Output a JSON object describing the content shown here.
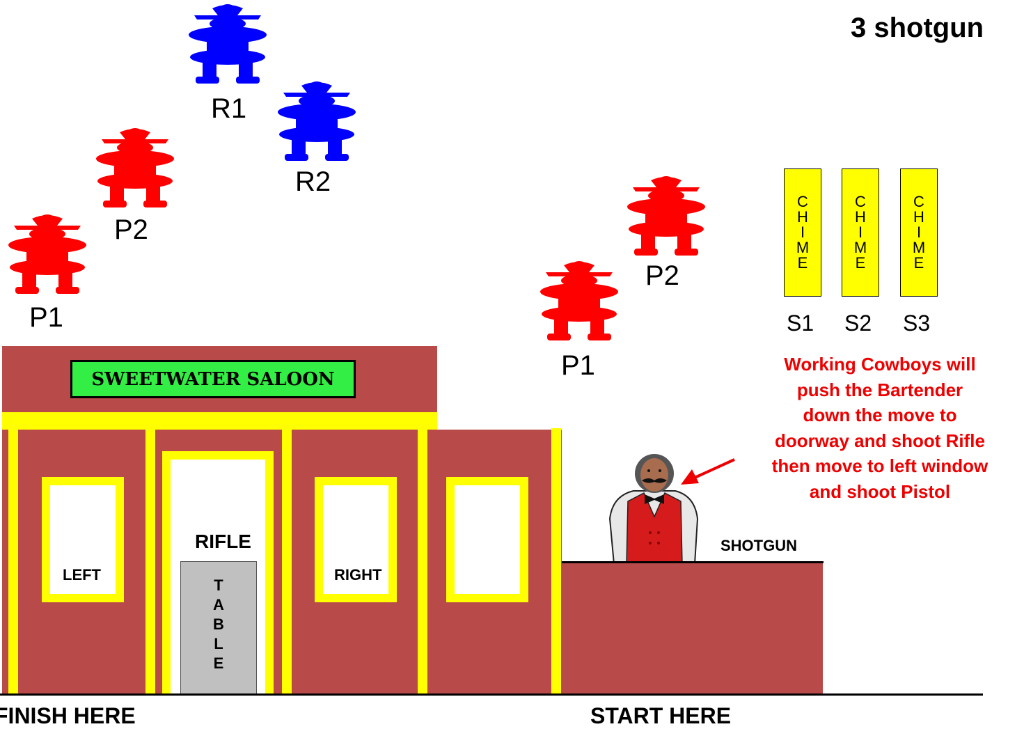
{
  "title": "3 shotgun",
  "building": {
    "sign": "SWEETWATER SALOON",
    "left_window": "LEFT",
    "rifle_door": "RIFLE",
    "right_window": "RIGHT",
    "table": [
      "T",
      "A",
      "B",
      "L",
      "E"
    ]
  },
  "counter": {
    "label": "SHOTGUN"
  },
  "targets": {
    "left_pistol_1": "P1",
    "left_pistol_2": "P2",
    "rifle_1": "R1",
    "rifle_2": "R2",
    "right_pistol_1": "P1",
    "right_pistol_2": "P2"
  },
  "chimes": {
    "letters": [
      "C",
      "H",
      "I",
      "M",
      "E"
    ],
    "labels": [
      "S1",
      "S2",
      "S3"
    ]
  },
  "instruction": {
    "lines": [
      "Working Cowboys will",
      "push the Bartender",
      "down the move to",
      "doorway and shoot Rifle",
      "then move to left window",
      "and shoot Pistol"
    ]
  },
  "ground": {
    "finish": "FINISH HERE",
    "start": "START HERE"
  },
  "colors": {
    "pistol_target": "#ff0000",
    "rifle_target": "#0000ff",
    "building": "#b94a4a",
    "trim": "#ffff00",
    "sign_bg": "#33ee44",
    "instruction_text": "#ee0000",
    "table": "#c0c0c0"
  }
}
